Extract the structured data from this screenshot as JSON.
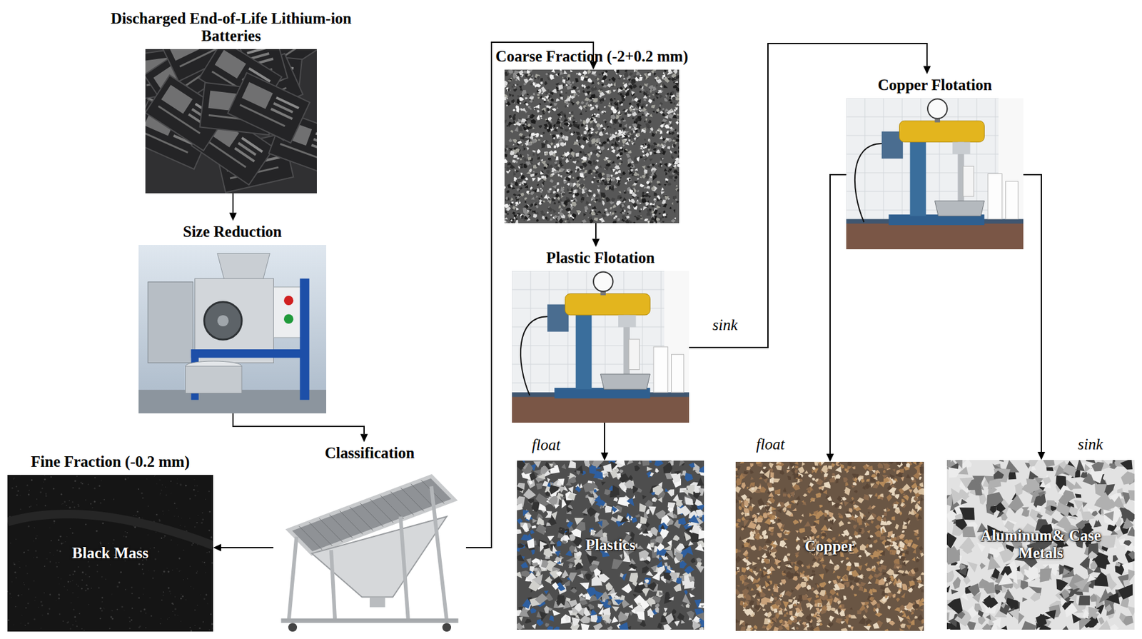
{
  "diagram": {
    "nodes": [
      {
        "text": [
          "Discharged End-of-Life Lithium-ion Batteries"
        ]
      },
      {
        "text": [
          "Size Reduction"
        ]
      },
      {
        "text": [
          "Classification"
        ]
      },
      {
        "text": [
          "Fine Fraction (-0.2 mm)",
          "Black Mass"
        ]
      },
      {
        "text": [
          "Coarse Fraction (-2+0.2 mm)"
        ]
      },
      {
        "text": [
          "Plastic Flotation"
        ]
      },
      {
        "text": [
          "Copper Flotation"
        ]
      },
      {
        "text": [
          "Plastics"
        ]
      },
      {
        "text": [
          "Copper"
        ]
      },
      {
        "text": [
          "Aluminum& Case Metals"
        ]
      }
    ],
    "edges": [
      {
        "from": 0,
        "to": 1,
        "arrow": "to"
      },
      {
        "from": 1,
        "to": 2,
        "arrow": "to"
      },
      {
        "from": 2,
        "to": 3,
        "arrow": "to"
      },
      {
        "from": 2,
        "to": 4,
        "arrow": "to"
      },
      {
        "from": 4,
        "to": 5,
        "arrow": "to"
      },
      {
        "from": 5,
        "to": 6,
        "label": "sink",
        "arrow": "to"
      },
      {
        "from": 5,
        "to": 7,
        "label": "float",
        "arrow": "to"
      },
      {
        "from": 6,
        "to": 8,
        "label": "float",
        "arrow": "to"
      },
      {
        "from": 6,
        "to": 9,
        "label": "sink",
        "arrow": "to"
      }
    ]
  }
}
